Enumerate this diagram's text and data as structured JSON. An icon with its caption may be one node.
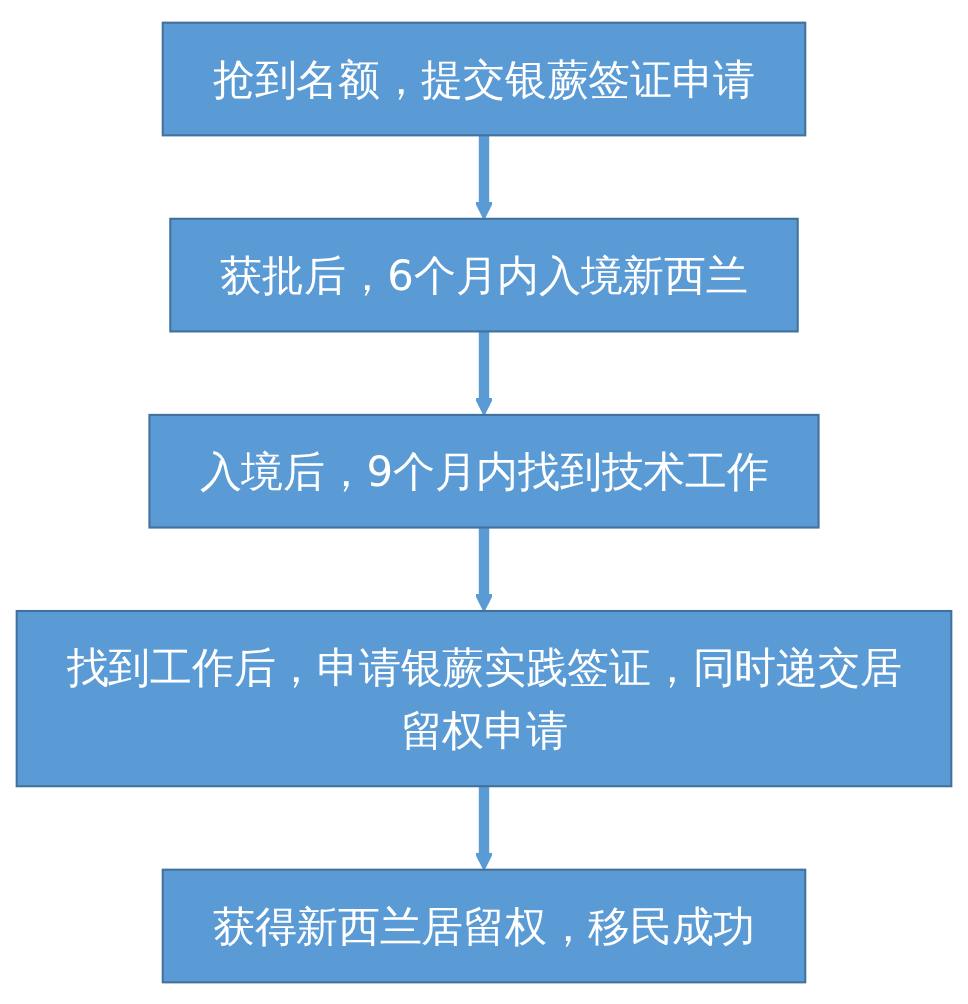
{
  "diagram": {
    "nodes": [
      {
        "text": [
          "抢到名额，提交银蕨签证申请"
        ]
      },
      {
        "text": [
          "获批后，6个月内入境新西兰"
        ]
      },
      {
        "text": [
          "入境后，9个月内找到技术工作"
        ]
      },
      {
        "text": [
          "找到工作后，申请银蕨实践签证，同时递交居留权申请"
        ]
      },
      {
        "text": [
          "获得新西兰居留权，移民成功"
        ]
      }
    ],
    "edges": [
      {
        "from": 0,
        "to": 1,
        "arrow": "to"
      },
      {
        "from": 1,
        "to": 2,
        "arrow": "to"
      },
      {
        "from": 2,
        "to": 3,
        "arrow": "to"
      },
      {
        "from": 3,
        "to": 4,
        "arrow": "to"
      }
    ]
  }
}
